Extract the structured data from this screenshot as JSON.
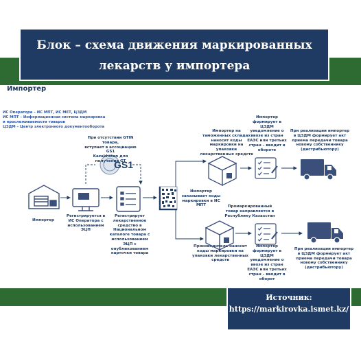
{
  "header": {
    "title_line1": "Блок – схема движения маркированных",
    "title_line2": "лекарств у импортера"
  },
  "section": {
    "title": "Импортер"
  },
  "legend": [
    "ИС Оператора – ИС МПТ, ИС МЕТ, ЦЗДМ",
    "ИС МПТ – Информационная система маркировка",
    "и прослеживаемости товаров",
    "ЦЗДМ – Центр электронного документооборота"
  ],
  "steps": {
    "importer": "Импортер",
    "gs1_note": [
      "При отсутствии GTIN товара,",
      "вступает в ассоциацию GS1",
      "Kazakhstan для получения GT"
    ],
    "register_operator": [
      "Регистрируется в",
      "ИС Оператора с",
      "использованием",
      "ЭЦП"
    ],
    "register_drug": [
      "Регистрирует",
      "лекарственное",
      "средство в",
      "Национальном",
      "каталоге товара с",
      "использованием",
      "ЭЦП с",
      "опубликованием",
      "карточки товара"
    ],
    "order_codes": [
      "Импортер",
      "заказывает коды",
      "маркировки в ИС",
      "МПТ"
    ],
    "customs_marking": [
      "Импортер на",
      "таможенных складах",
      "наносит коды",
      "маркировки на упаковки",
      "лекарственных средств"
    ],
    "notice_top": [
      "Импортер",
      "формирует в",
      "ЦЗДМ",
      "уведомление о",
      "ввозе из стран",
      "ЕАЭС или третьих",
      "стран – вводит в",
      "обороте"
    ],
    "realization_top": [
      "При реализации импортер",
      "в ЦЗДМ формирует акт",
      "приема передачи товара",
      "новому собственнику",
      "(дистрибьютору)"
    ],
    "unmarked_goods": [
      "Промаркированный",
      "товар направляется в",
      "Республику Казахстан"
    ],
    "manufacturer_marking": [
      "Производитель наносит",
      "коды маркировки на",
      "упаковки лекарственных",
      "средств"
    ],
    "notice_bottom": [
      "Импортер",
      "формирует в",
      "ЦЗДМ",
      "уведомление о",
      "ввозе из стран",
      "ЕАЭС или третьих",
      "стран – вводит в",
      "оборот"
    ],
    "realization_bottom": [
      "При реализации импортер",
      "в ЦЗДМ формирует акт",
      "приема передачи товара",
      "новому собственнику",
      "(дистрибьютору)"
    ]
  },
  "gs1_logo": "GS1",
  "source": {
    "label": "Источник:",
    "url": "https://markirovka.ismet.kz/"
  },
  "colors": {
    "navy": "#1f3b63",
    "green": "#2e6b33",
    "blue_text": "#2c56a6",
    "icon_blue": "#3a4f7a"
  }
}
